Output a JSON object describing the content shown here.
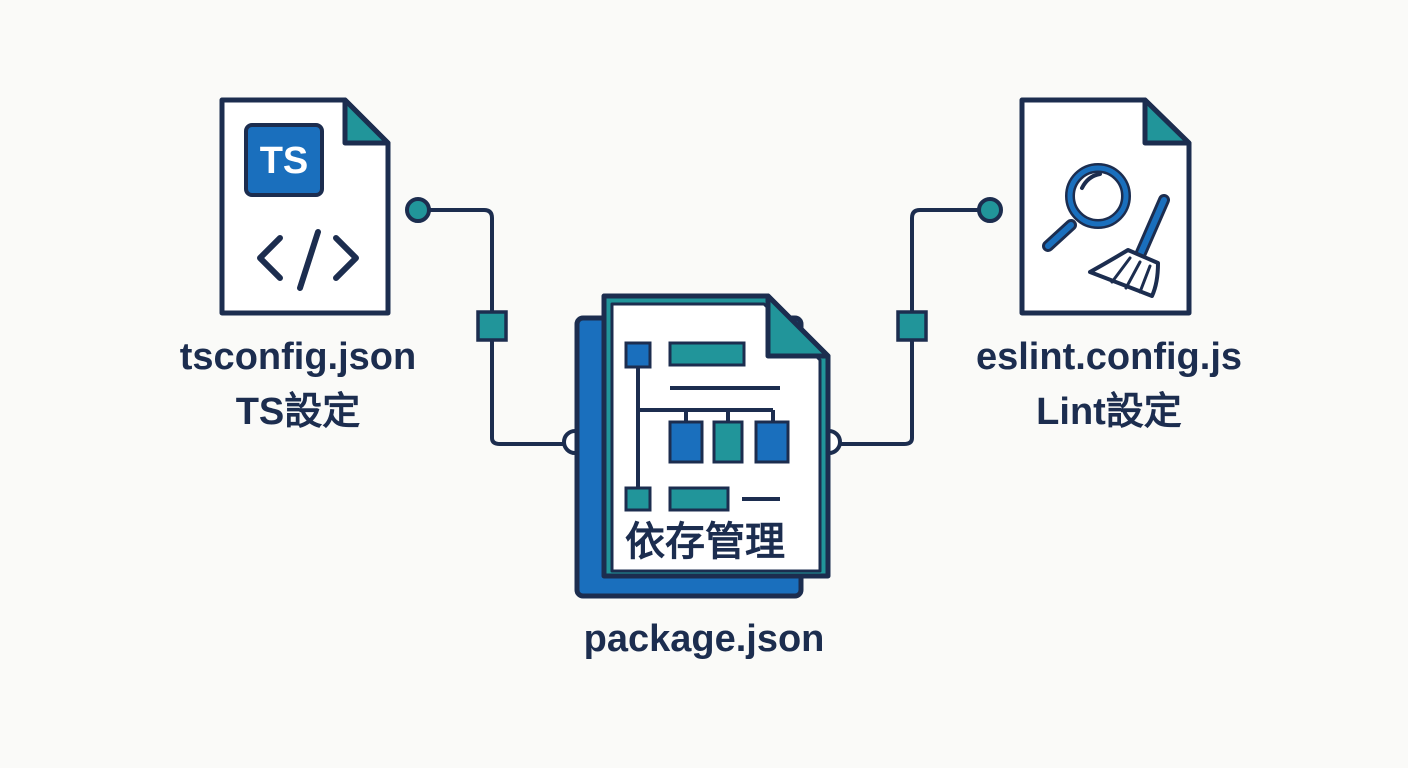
{
  "files": {
    "tsconfig": {
      "filename": "tsconfig.json",
      "caption": "TS設定",
      "badge": "TS",
      "icon": "code-brackets-icon"
    },
    "eslint": {
      "filename": "eslint.config.js",
      "caption": "Lint設定",
      "icon": "magnifier-broom-icon"
    },
    "package": {
      "filename": "package.json",
      "caption": "依存管理",
      "icon": "dependency-tree-icon"
    }
  },
  "colors": {
    "navy": "#1c2d4f",
    "blue": "#1a6fbd",
    "teal": "#21959a",
    "background": "#fafaf8",
    "paper": "#ffffff"
  }
}
